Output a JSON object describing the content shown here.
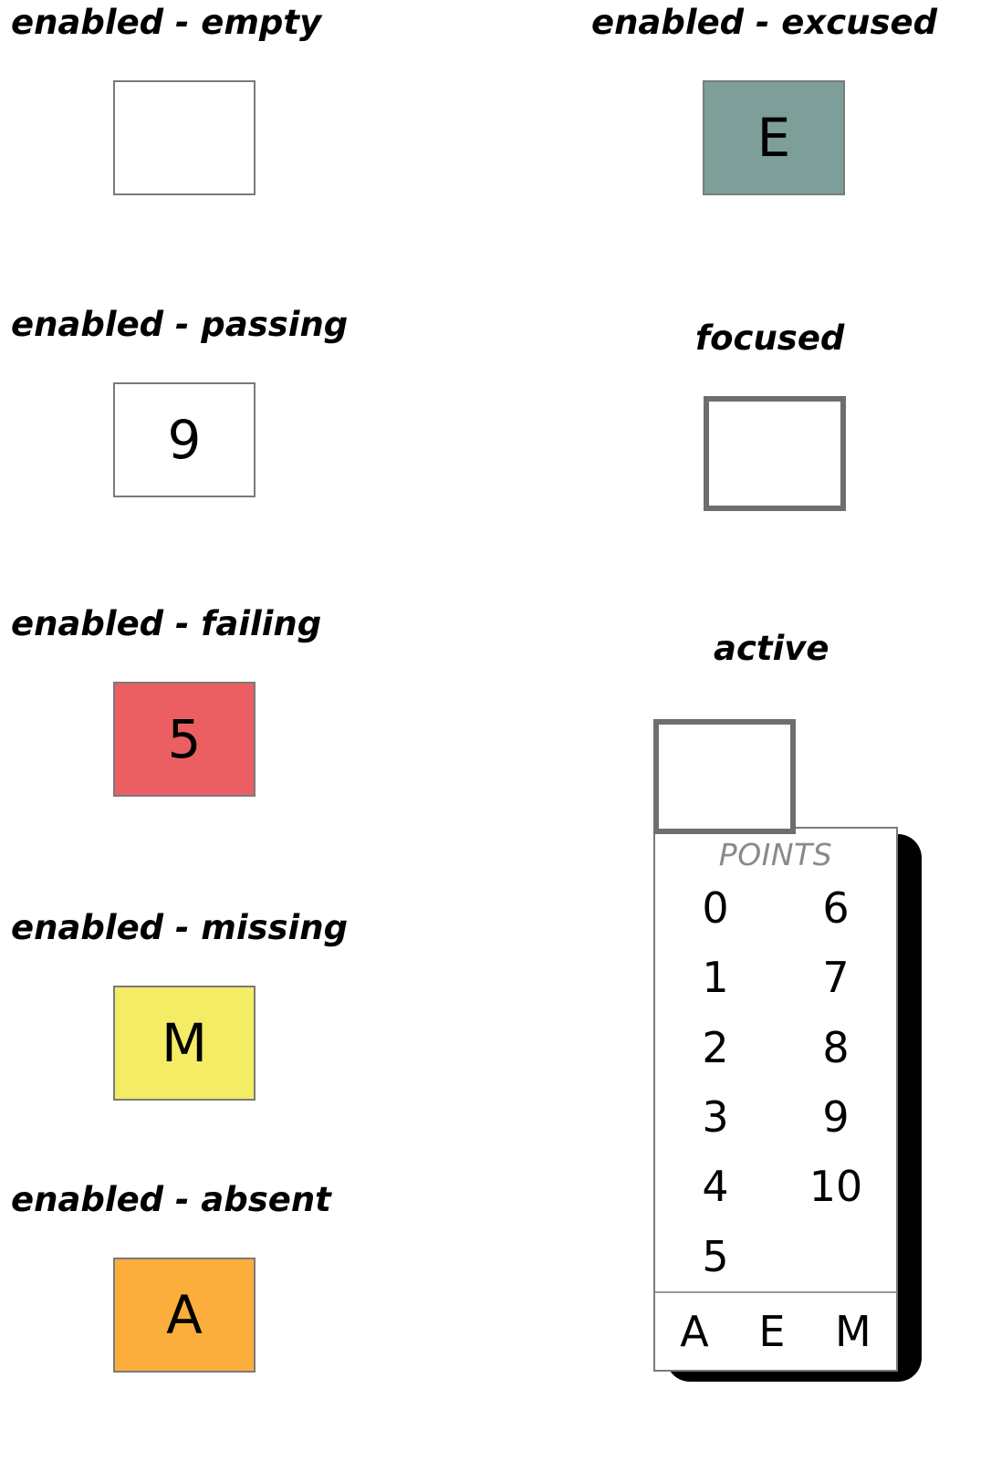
{
  "palette": {
    "excused_bg": "#7d9e99",
    "failing_bg": "#eb5f63",
    "missing_bg": "#f5ec66",
    "absent_bg": "#fbae3c",
    "empty_bg": "#ffffff",
    "cell_border": "#7a7a7a",
    "focus_border": "#6e6e6e",
    "popup_shadow": "#000000",
    "header_text": "#8a8a8a",
    "text": "#000000",
    "page_bg": "#ffffff"
  },
  "left_column": [
    {
      "caption": "enabled - empty",
      "cell_value": "",
      "state": "empty"
    },
    {
      "caption": "enabled - passing",
      "cell_value": "9",
      "state": "passing"
    },
    {
      "caption": "enabled - failing",
      "cell_value": "5",
      "state": "failing"
    },
    {
      "caption": "enabled - missing",
      "cell_value": "M",
      "state": "missing"
    },
    {
      "caption": "enabled - absent",
      "cell_value": "A",
      "state": "absent"
    }
  ],
  "right_column": [
    {
      "caption": "enabled - excused",
      "cell_value": "E",
      "state": "excused"
    },
    {
      "caption": "focused",
      "cell_value": "",
      "state": "focused"
    },
    {
      "caption": "active",
      "cell_value": "",
      "state": "active"
    }
  ],
  "popup": {
    "header": "POINTS",
    "points_left": [
      "0",
      "1",
      "2",
      "3",
      "4",
      "5"
    ],
    "points_right": [
      "6",
      "7",
      "8",
      "9",
      "10",
      ""
    ],
    "status_options": [
      "A",
      "E",
      "M"
    ]
  }
}
